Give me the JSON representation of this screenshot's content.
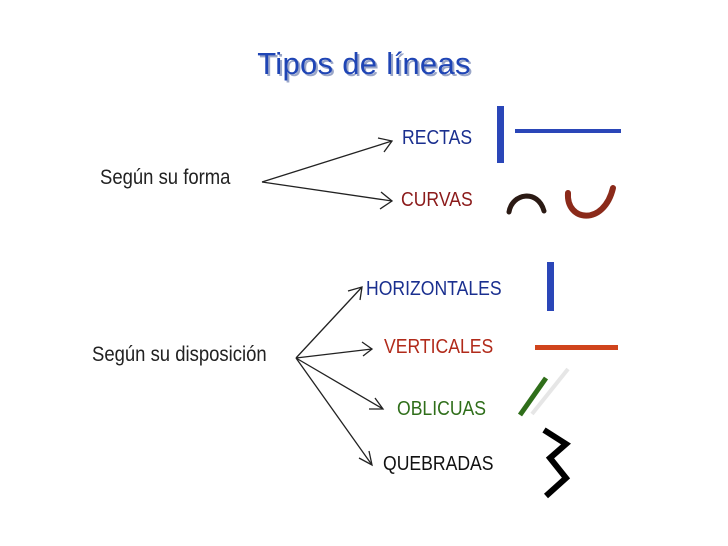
{
  "title": "Tipos de líneas",
  "groups": [
    {
      "label": "Según su forma",
      "items": [
        {
          "label": "RECTAS",
          "color": "#1a2f8f"
        },
        {
          "label": "CURVAS",
          "color": "#8b1a1a"
        }
      ]
    },
    {
      "label": "Según su disposición",
      "items": [
        {
          "label": "HORIZONTALES",
          "color": "#1a2f8f"
        },
        {
          "label": "VERTICALES",
          "color": "#b12a1a"
        },
        {
          "label": "OBLICUAS",
          "color": "#2f6e1a"
        },
        {
          "label": "QUEBRADAS",
          "color": "#111111"
        }
      ]
    }
  ],
  "colors": {
    "title": "#1f45b5",
    "blue_line": "#2a46b8",
    "brown_curve": "#8b2a1a",
    "orange_line": "#d0441c",
    "green_line": "#2f6e1a",
    "black_line": "#000000"
  }
}
